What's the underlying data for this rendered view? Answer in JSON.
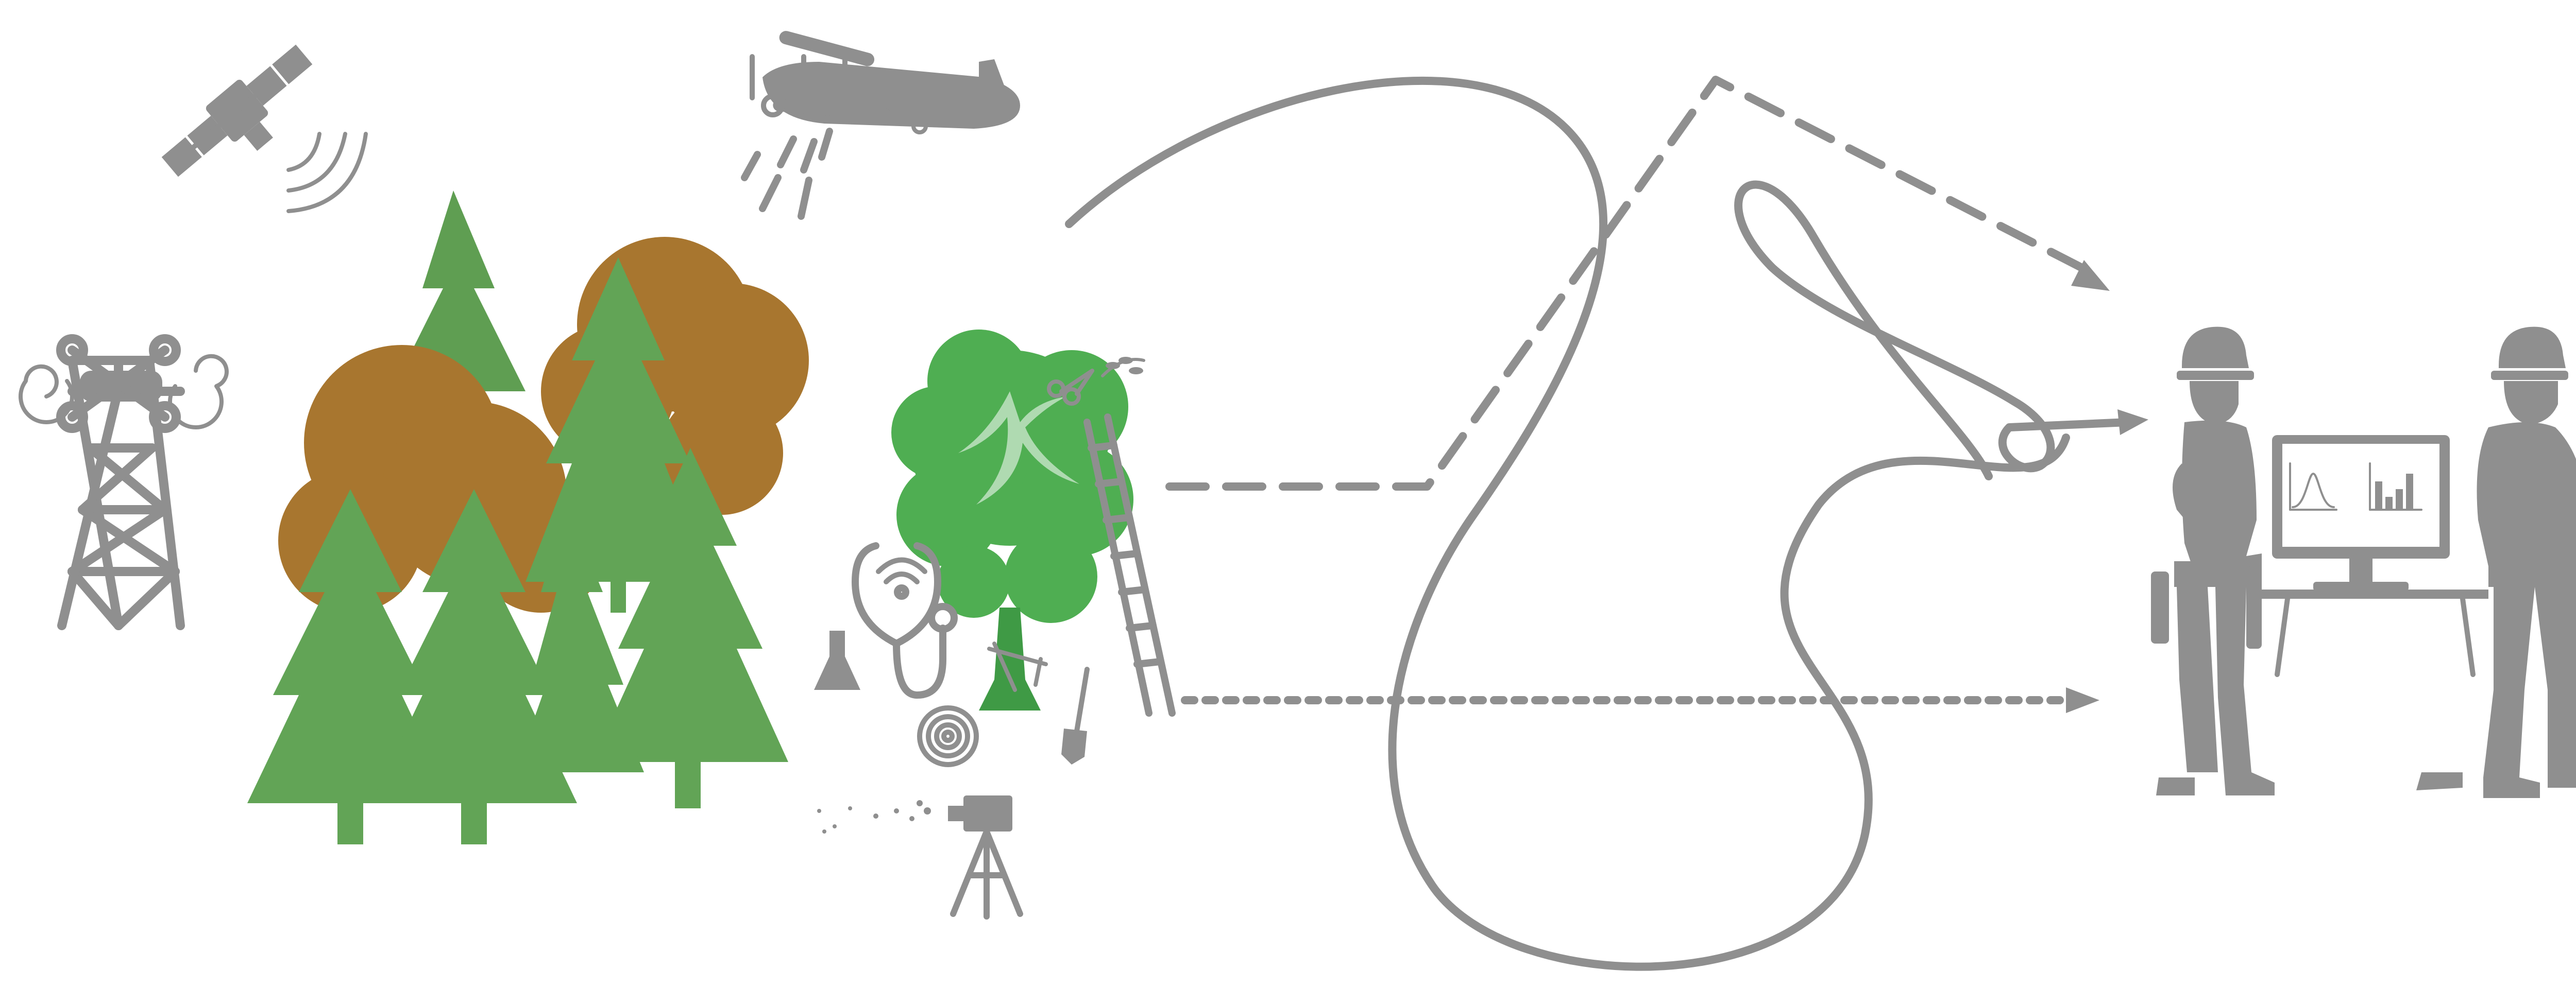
{
  "colors": {
    "icon_gray": "#8f8f8f",
    "conifer_green": "#62a456",
    "broadleaf_brown": "#a8762f",
    "tree_green": "#4fae52",
    "background": "#ffffff"
  },
  "elements": {
    "data_sources": [
      "satellite-icon",
      "airplane-icon",
      "drone-tower-icon",
      "forest-stand-illustration"
    ],
    "field_tools": [
      "tree-illustration",
      "ladder-icon",
      "pruning-shears-icon",
      "stethoscope-icon",
      "flask-icon",
      "tree-ring-core-icon",
      "shovel-icon",
      "calipers-icon",
      "camera-tripod-icon"
    ],
    "pathways": [
      "dashed-arrow",
      "dotted-arrow",
      "winding-line",
      "looping-arrow"
    ],
    "end_users": [
      "forester-figure-left",
      "forester-figure-right",
      "monitor-icon",
      "distribution-chart-icon",
      "bar-chart-icon"
    ]
  }
}
